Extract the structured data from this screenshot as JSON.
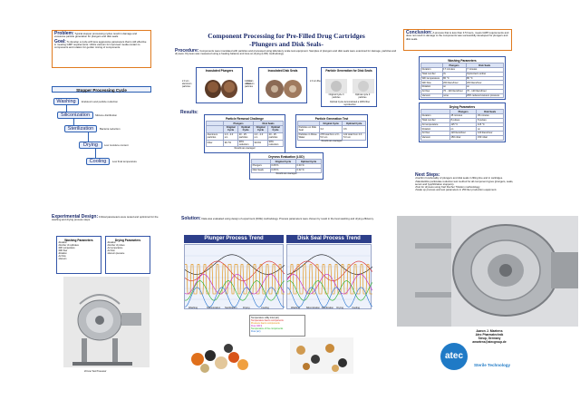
{
  "header": {
    "title_line1": "Component Processing for Pre-Filled Drug Cartridges",
    "title_line2": "-Plungers and Disk Seals-"
  },
  "problem": {
    "label": "Problem:",
    "text": "Typical stopper processing cycles result in damage and excessive particle generation for plungers and disk seals."
  },
  "goal": {
    "label": "Goal:",
    "text": "To develop a cycle with less aggressive parameters that is still effective in meeting GMP requirements. Utilize vacuum for improved media contact to components and rotation for gentler mixing of components."
  },
  "cycle": {
    "title": "Stopper Processing Cycle",
    "steps": [
      {
        "label": "Washing",
        "note": "Endotoxin and particle reduction"
      },
      {
        "label": "Siliconization",
        "note": "Silicone distribution"
      },
      {
        "label": "Sterilization",
        "note": "Bacteria reduction"
      },
      {
        "label": "Drying",
        "note": "Low moisture content"
      },
      {
        "label": "Cooling",
        "note": "Low final temperature"
      }
    ]
  },
  "experimental": {
    "label": "Experimental Design:",
    "text": "Critical parameters were tested and optimized for the washing and drying process steps.",
    "washing_title": "Washing Parameters",
    "washing_items": [
      "-Duration",
      "-Number of replicates",
      "-WFI temperature",
      "-WFI flow",
      "-Rotation",
      "-Air flow",
      "-Vacuum"
    ],
    "drying_title": "Drying Parameters",
    "drying_items": [
      "-Duration",
      "-Number of pulses",
      "-Air temperature",
      "-Air flow",
      "-Vacuum pressure"
    ],
    "caption": "20 Liter Test Processor"
  },
  "procedure": {
    "label": "Procedure:",
    "text": "Components were inoculated with particles and processed using laboratory scale test equipment. Samples of plungers and disk seals were examined for damage, particles and dryness. Dryness was measured using a heating balance and loss-on-drying (LOD) methodology.",
    "inoc_plungers_title": "Inoculated Plungers",
    "inoc_disk_title": "Inoculated Disk Seals",
    "particle_gen_title": "Particle Generation for Disk Seals",
    "inoc_label_a": "2.0 um aluminum particles",
    "inoc_label_b": "4.0 um aluminum particles",
    "inoc_label_c": "2.0 um fiber",
    "inoc_label_d": "2.0 um fiber",
    "pg_original": "Original Cycle 3 particles",
    "pg_optimal": "Optimal cycle 0 particles",
    "pg_note": "Optimal Cycle demonstrated a 100% fiber reproduction"
  },
  "results": {
    "label": "Results:",
    "removal": {
      "title": "Particle Removal Challenge",
      "col_plungers": "Plungers",
      "col_disk": "Disk Seals",
      "sub": [
        "",
        "Original Cycle",
        "Optimal Cycle",
        "Original Cycle",
        "Optimal Cycle"
      ],
      "rows": [
        [
          "Aluminum particles",
          "2.0 - 4.0 um",
          "20 - 25 particles",
          "2.0 - 4.0 um",
          "20 - 25 particles"
        ],
        [
          "Fiber",
          "99.7%",
          "99% reduction",
          "99.9%",
          "99% reduction"
        ]
      ],
      "note": "Results are averaged"
    },
    "generation": {
      "title": "Particle Generation Test",
      "cols": [
        "",
        "Original Cycle",
        "Optimal Cycle"
      ],
      "rows": [
        [
          "Particles on Disk Seal",
          "3.2",
          "0.6"
        ],
        [
          "Particles in Rinse Water",
          "278 total from 2.0 - 5.0 um",
          "122 total from 2.0 - 5.0 um"
        ]
      ],
      "note": "Results are averaged"
    },
    "dryness": {
      "title": "Dryness Evaluation (LOD)",
      "cols": [
        "",
        "Original Cycle",
        "Optimal Cycle"
      ],
      "rows": [
        [
          "Plungers",
          "0.08 %",
          "0.03 %"
        ],
        [
          "Disk Seals",
          "0.08 %",
          "0.02 %"
        ]
      ],
      "note": "Results are averaged"
    }
  },
  "solution": {
    "label": "Solution:",
    "text": "Data was evaluated using design of experiment (DOE) methodology. Process parameters were chosen by result in the best washing and drying efficiency.",
    "plunger_trend": "Plunger Process Trend",
    "disk_trend": "Disk Seal Process Trend",
    "legend": [
      {
        "text": "Temperature utility inlet (air)",
        "color": "#111111"
      },
      {
        "text": "Temperature bacco components",
        "color": "#d62020"
      },
      {
        "text": "Pressure bacco components",
        "color": "#e08a00"
      },
      {
        "text": "Flow (WFI)",
        "color": "#c020c0"
      },
      {
        "text": "Temperature of the components",
        "color": "#20b020"
      },
      {
        "text": "Flow (air)",
        "color": "#2070d0"
      }
    ],
    "x_labels": [
      "Washing",
      "Siliconization",
      "Sterilization",
      "Drying",
      "Cooling"
    ]
  },
  "conclusion": {
    "label": "Conclusion:",
    "text": "A process that is less than 3.5 hours, meets GMP requirements and does not result in damage to the components was successfully developed for plungers and disk seals."
  },
  "washing_params": {
    "title": "Washing Parameters",
    "cols": [
      "",
      "Plungers",
      "Disk Seals"
    ],
    "rows": [
      [
        "Duration",
        "17 minutes",
        "7 minutes"
      ],
      [
        "Total number",
        "3x",
        "Optimized number"
      ],
      [
        "WFI temperature",
        "80 °C",
        "80 °C"
      ],
      [
        "WFI flow",
        "200 liters/hour",
        "200 liters/hour"
      ],
      [
        "Rotation",
        "on",
        "on"
      ],
      [
        "Air flow",
        "70 - 120 liters/hour",
        "70 - 120 liters/hour"
      ],
      [
        "Vacuum",
        "none",
        "25% reduced vacuum pressure"
      ]
    ]
  },
  "drying_params": {
    "title": "Drying Parameters",
    "cols": [
      "",
      "Plungers",
      "Disk Seals"
    ],
    "rows": [
      [
        "Duration",
        "45 minutes",
        "45 minutes"
      ],
      [
        "Total number",
        "8 pulses",
        "8 pulses"
      ],
      [
        "Air temperature",
        "115 °C",
        "115 °C"
      ],
      [
        "Rotation",
        "on",
        "on"
      ],
      [
        "Air flow",
        "120 liters/hour",
        "120 liters/hour"
      ],
      [
        "Vacuum",
        "150 mbar",
        "150 mbar"
      ]
    ]
  },
  "next_steps": {
    "label": "Next Steps:",
    "items": [
      "•Confirm functionality of plungers and disk seals in filling line and in cartridges.",
      "•Standardize particulate reduction test method for all component types (plungers, seals, serum and lyophilization stoppers).",
      "•Test for dryness using Karl Fischer Titration methodology.",
      "•Scale up process and test parameters in 250 liter production equipment."
    ]
  },
  "contact": {
    "name": "Aaron J. Martens",
    "company": "Atec Pharmatechnik",
    "location": "Sörup, Germany",
    "email": "amartens@atecgroup.de"
  },
  "logo": {
    "text": "atec",
    "tagline": "Sterile Technology"
  }
}
